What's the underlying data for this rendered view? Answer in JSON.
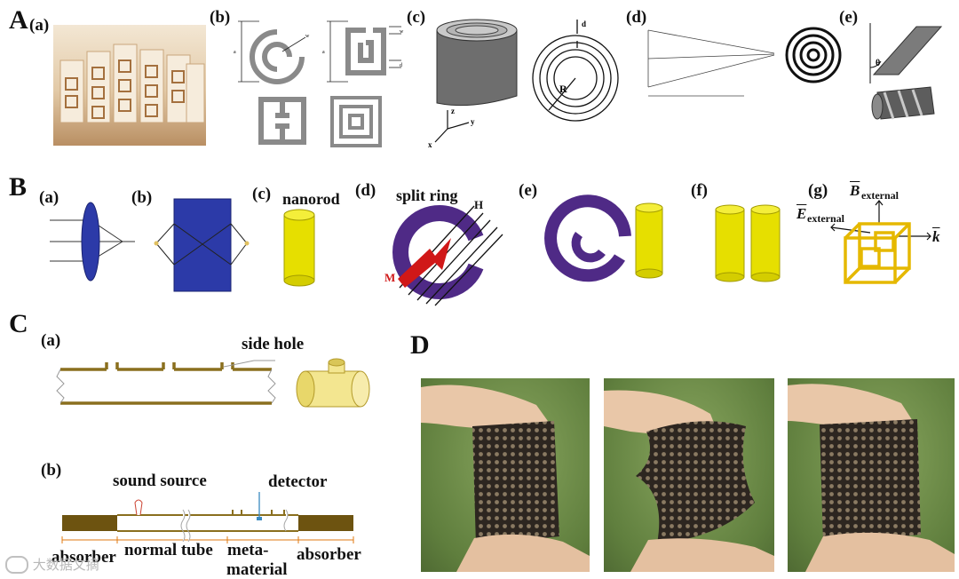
{
  "figure": {
    "sections": {
      "A": "A",
      "B": "B",
      "C": "C",
      "D": "D"
    },
    "A": {
      "panels": {
        "a": "(a)",
        "b": "(b)",
        "c": "(c)",
        "d": "(d)",
        "e": "(e)"
      },
      "symbols": {
        "w": "w",
        "d": "d",
        "R": "R",
        "theta": "θ",
        "z": "z",
        "y": "y",
        "x": "x"
      }
    },
    "B": {
      "panels": {
        "a": "(a)",
        "b": "(b)",
        "c": "(c)",
        "d": "(d)",
        "e": "(e)",
        "f": "(f)",
        "g": "(g)"
      },
      "labels": {
        "nanorod": "nanorod",
        "split_ring": "split ring",
        "H": "H",
        "M": "M",
        "B_external": "B",
        "E_external": "E",
        "external": "external",
        "k": "k"
      }
    },
    "C": {
      "panels": {
        "a": "(a)",
        "b": "(b)"
      },
      "labels": {
        "side_hole": "side hole",
        "sound_source": "sound source",
        "detector": "detector",
        "absorber_left": "absorber",
        "normal_tube": "normal tube",
        "metamaterial_1": "meta-",
        "metamaterial_2": "material",
        "absorber_right": "absorber"
      }
    },
    "watermark": "大数据文摘"
  },
  "colors": {
    "purple": "#4f2a86",
    "yellow": "#e6df00",
    "blue": "#2a3aa8",
    "tube": "#8a6f1e",
    "absorber": "#6d5310",
    "gray": "#8a8a8a",
    "green_bg": "#6f8f4a",
    "red": "#d01818"
  }
}
